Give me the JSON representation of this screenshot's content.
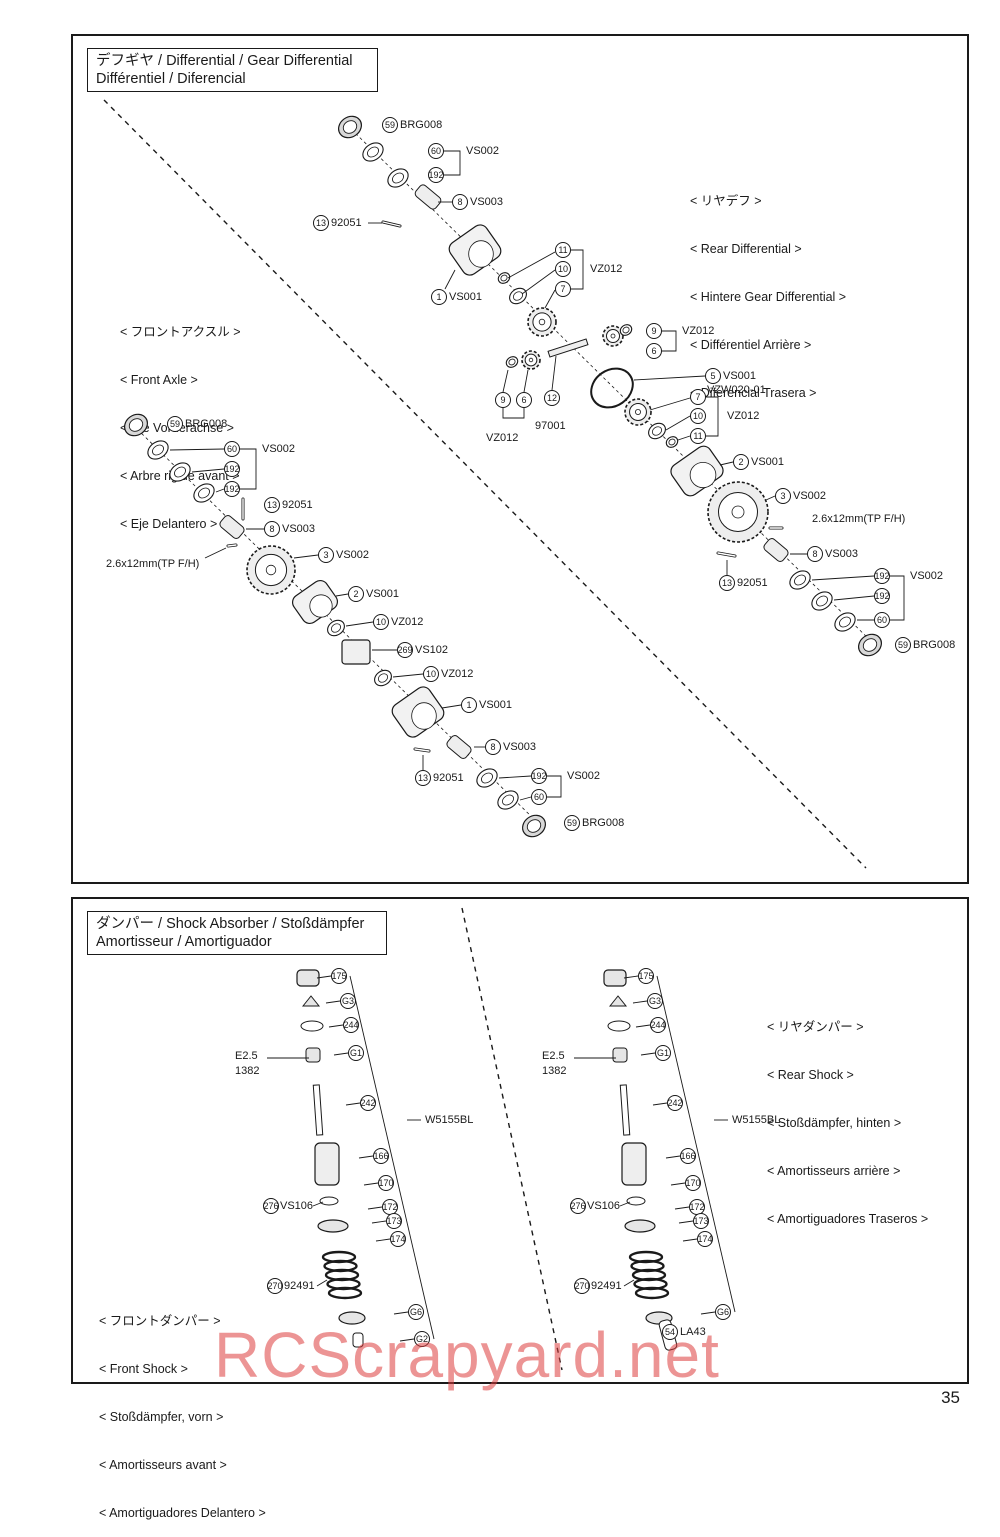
{
  "page_number": "35",
  "watermark": "RCScrapyard.net",
  "differential": {
    "title_line1": "デフギヤ / Differential / Gear Differential",
    "title_line2": "Différentiel / Diferencial",
    "rear_caption": [
      "< リヤデフ >",
      "< Rear Differential >",
      "< Hintere Gear Differential >",
      "< Différentiel Arrière >",
      "< Diferencial Trasera >"
    ],
    "front_caption": [
      "< フロントアクスル >",
      "< Front Axle >",
      "< Die Vorderachse >",
      "< Arbre rigide avant >",
      "< Eje Delantero >"
    ],
    "rear_parts": [
      {
        "num": "59",
        "code": "BRG008"
      },
      {
        "num": "60",
        "code": "VS002"
      },
      {
        "num": "192",
        "code": ""
      },
      {
        "num": "8",
        "code": "VS003"
      },
      {
        "num": "13",
        "code": "92051"
      },
      {
        "num": "1",
        "code": "VS001"
      },
      {
        "num": "11",
        "code": ""
      },
      {
        "num": "10",
        "code": "VZ012"
      },
      {
        "num": "7",
        "code": ""
      },
      {
        "num": "9",
        "code": "VZ012"
      },
      {
        "num": "6",
        "code": ""
      },
      {
        "num": "9",
        "code": ""
      },
      {
        "num": "6",
        "code": ""
      },
      {
        "num": "12",
        "code": ""
      },
      {
        "num": "5",
        "code": "VS001"
      },
      {
        "num": "7",
        "code": ""
      },
      {
        "num": "10",
        "code": "VZ012"
      },
      {
        "num": "11",
        "code": ""
      },
      {
        "num": "2",
        "code": "VS001"
      },
      {
        "num": "3",
        "code": "VS002"
      },
      {
        "num": "8",
        "code": "VS003"
      },
      {
        "num": "13",
        "code": "92051"
      },
      {
        "num": "192",
        "code": "VS002"
      },
      {
        "num": "192",
        "code": ""
      },
      {
        "num": "60",
        "code": ""
      },
      {
        "num": "59",
        "code": "BRG008"
      }
    ],
    "rear_extra_labels": {
      "vz012_left": "VZ012",
      "p97001": "97001",
      "vzw": "VZW020-01",
      "screw": "2.6x12mm(TP F/H)"
    },
    "front_parts": [
      {
        "num": "59",
        "code": "BRG008"
      },
      {
        "num": "60",
        "code": "VS002"
      },
      {
        "num": "192",
        "code": ""
      },
      {
        "num": "192",
        "code": ""
      },
      {
        "num": "13",
        "code": "92051"
      },
      {
        "num": "8",
        "code": "VS003"
      },
      {
        "num": "3",
        "code": "VS002"
      },
      {
        "num": "2",
        "code": "VS001"
      },
      {
        "num": "10",
        "code": "VZ012"
      },
      {
        "num": "269",
        "code": "VS102"
      },
      {
        "num": "10",
        "code": "VZ012"
      },
      {
        "num": "1",
        "code": "VS001"
      },
      {
        "num": "8",
        "code": "VS003"
      },
      {
        "num": "13",
        "code": "92051"
      },
      {
        "num": "192",
        "code": "VS002"
      },
      {
        "num": "60",
        "code": ""
      },
      {
        "num": "59",
        "code": "BRG008"
      }
    ],
    "front_screw": "2.6x12mm(TP F/H)"
  },
  "shock": {
    "title_line1": "ダンパー / Shock Absorber / Stoßdämpfer",
    "title_line2": "Amortisseur / Amortiguador",
    "front_caption": [
      "< フロントダンパー >",
      "< Front Shock >",
      "< Stoßdämpfer, vorn >",
      "< Amortisseurs avant >",
      "< Amortiguadores Delantero >"
    ],
    "rear_caption": [
      "< リヤダンパー >",
      "< Rear Shock >",
      "< Stoßdämpfer, hinten >",
      "< Amortisseurs arrière >",
      "< Amortiguadores Traseros >"
    ],
    "front_parts": [
      "175",
      "G3",
      "244",
      "G1",
      "242",
      "166",
      "170",
      "172",
      "173",
      "174",
      "G6",
      "G2"
    ],
    "front_side": [
      {
        "num": "276",
        "code": "VS106"
      },
      {
        "num": "270",
        "code": "92491"
      }
    ],
    "rear_parts": [
      "175",
      "G3",
      "244",
      "G1",
      "242",
      "166",
      "170",
      "172",
      "173",
      "174",
      "G6"
    ],
    "rear_side": [
      {
        "num": "276",
        "code": "VS106"
      },
      {
        "num": "270",
        "code": "92491"
      },
      {
        "num": "54",
        "code": "LA43"
      }
    ],
    "e25_line1": "E2.5",
    "e25_line2": "1382",
    "kit_code": "W5155BL"
  }
}
